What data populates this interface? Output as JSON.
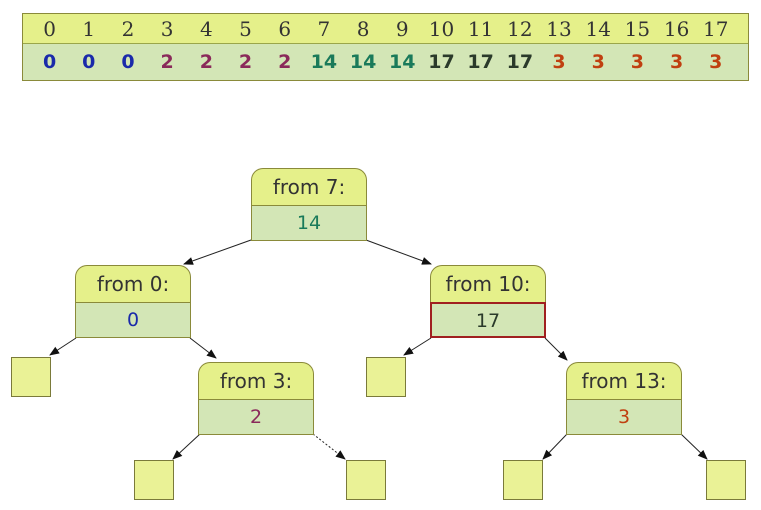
{
  "colors": {
    "blue": "#1a2aaa",
    "purple": "#8a2a5a",
    "teal": "#1a7a5a",
    "dark": "#2a3a2a",
    "orange": "#c04010"
  },
  "array": {
    "indices": [
      "0",
      "1",
      "2",
      "3",
      "4",
      "5",
      "6",
      "7",
      "8",
      "9",
      "10",
      "11",
      "12",
      "13",
      "14",
      "15",
      "16",
      "17"
    ],
    "values": [
      {
        "v": "0",
        "c": "blue"
      },
      {
        "v": "0",
        "c": "blue"
      },
      {
        "v": "0",
        "c": "blue"
      },
      {
        "v": "2",
        "c": "purple"
      },
      {
        "v": "2",
        "c": "purple"
      },
      {
        "v": "2",
        "c": "purple"
      },
      {
        "v": "2",
        "c": "purple"
      },
      {
        "v": "14",
        "c": "teal"
      },
      {
        "v": "14",
        "c": "teal"
      },
      {
        "v": "14",
        "c": "teal"
      },
      {
        "v": "17",
        "c": "dark"
      },
      {
        "v": "17",
        "c": "dark"
      },
      {
        "v": "17",
        "c": "dark"
      },
      {
        "v": "3",
        "c": "orange"
      },
      {
        "v": "3",
        "c": "orange"
      },
      {
        "v": "3",
        "c": "orange"
      },
      {
        "v": "3",
        "c": "orange"
      },
      {
        "v": "3",
        "c": "orange"
      }
    ]
  },
  "tree": {
    "root": {
      "label": "from 7:",
      "value": "14",
      "color": "teal"
    },
    "left": {
      "label": "from 0:",
      "value": "0",
      "color": "blue"
    },
    "right": {
      "label": "from 10:",
      "value": "17",
      "color": "dark"
    },
    "left_right": {
      "label": "from 3:",
      "value": "2",
      "color": "purple"
    },
    "right_right": {
      "label": "from 13:",
      "value": "3",
      "color": "orange"
    }
  }
}
